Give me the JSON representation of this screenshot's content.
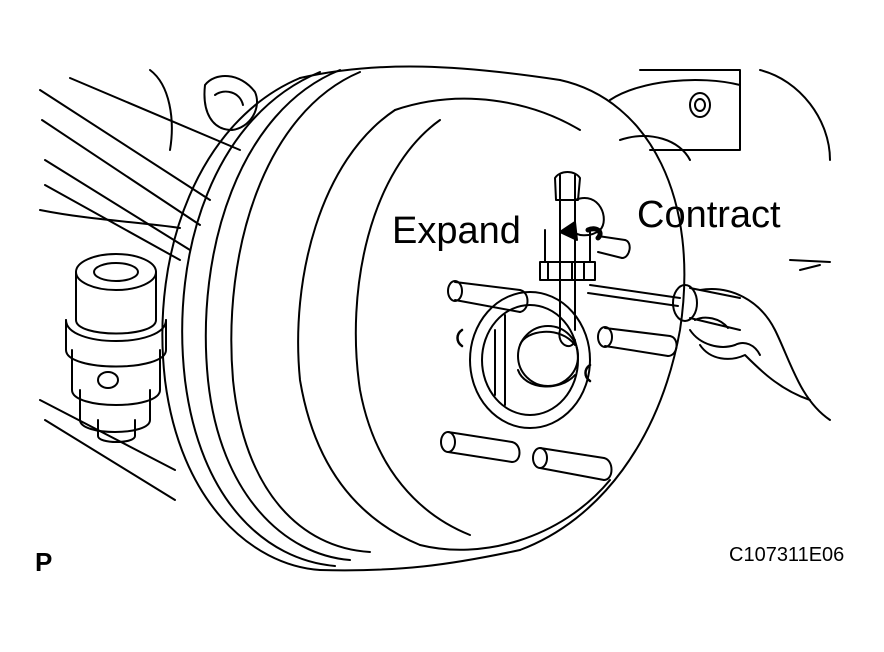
{
  "labels": {
    "expand": "Expand",
    "contract": "Contract",
    "view_marker": "P",
    "figure_id": "C107311E06"
  },
  "colors": {
    "line": "#000000",
    "background": "#ffffff"
  }
}
